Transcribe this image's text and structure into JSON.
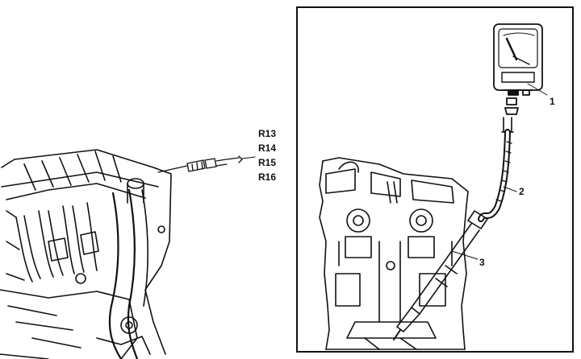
{
  "figure": {
    "left_panel": {
      "part_codes": [
        "R13",
        "R14",
        "R15",
        "R16"
      ]
    },
    "right_panel": {
      "callouts": [
        "1",
        "2",
        "3"
      ]
    },
    "icons": {
      "engine": "engine-block-icon",
      "gauge": "compression-gauge-icon",
      "glow_plug": "glow-plug-icon",
      "hose": "test-hose-icon",
      "adapter": "adapter-icon"
    }
  }
}
